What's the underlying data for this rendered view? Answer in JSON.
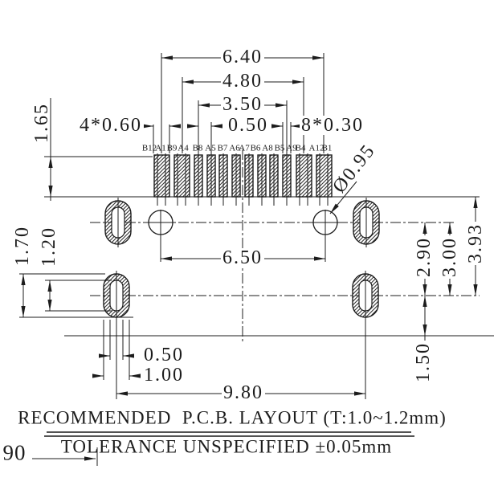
{
  "drawing": {
    "notes": {
      "title": "RECOMMENDED  P.C.B. LAYOUT (T:1.0~1.2mm)",
      "tolerance": "TOLERANCE UNSPECIFIED ±0.05mm",
      "corner_ref": "90"
    },
    "pad_labels": [
      "B12",
      "A1",
      "B9",
      "A4",
      "B8",
      "A5",
      "B7",
      "A6",
      "A7",
      "B6",
      "A8",
      "B5",
      "A9",
      "B4",
      "A12",
      "B1"
    ],
    "dimensions": {
      "outer_pad_span": "6.40",
      "inner_wide_pad_span": "4.80",
      "narrow_pad_span": "3.50",
      "pad_pitch": "0.50",
      "narrow_pad_width": "8*0.30",
      "wide_pad_width": "4*0.60",
      "pad_length": "1.65",
      "hole_diameter": "Ø0.95",
      "hole_spacing": "6.50",
      "oval_row_spacing": "2.90",
      "hole_row_spacing": "3.00",
      "pad_row_spacing": "3.93",
      "slot_width": "0.50",
      "slot_pad_width": "1.00",
      "oval_pad_height": "1.70",
      "slot_height": "1.20",
      "edge_offset": "1.50",
      "mount_spacing": "9.80"
    },
    "colors": {
      "line": "#1c1c1c",
      "background": "#ffffff"
    }
  }
}
